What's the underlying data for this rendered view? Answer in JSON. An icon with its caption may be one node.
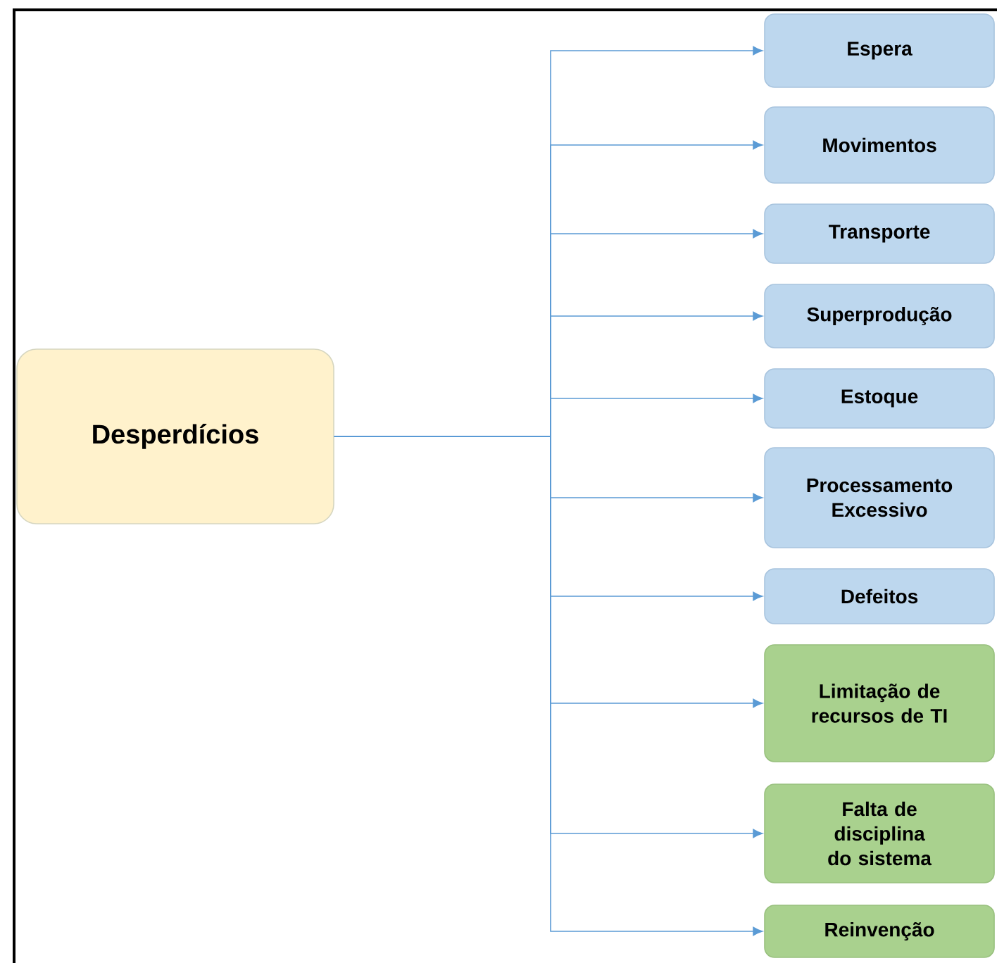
{
  "diagram": {
    "nodes": [
      {
        "text": [
          "Desperdícios"
        ]
      },
      {
        "text": [
          "Espera"
        ]
      },
      {
        "text": [
          "Movimentos"
        ]
      },
      {
        "text": [
          "Transporte"
        ]
      },
      {
        "text": [
          "Superprodução"
        ]
      },
      {
        "text": [
          "Estoque"
        ]
      },
      {
        "text": [
          "Processamento Excessivo"
        ]
      },
      {
        "text": [
          "Defeitos"
        ]
      },
      {
        "text": [
          "Limitação de recursos de TI"
        ]
      },
      {
        "text": [
          "Falta de disciplina do sistema"
        ]
      },
      {
        "text": [
          "Reinvenção"
        ]
      }
    ],
    "edges": [
      {
        "from": 0,
        "to": 1,
        "arrow": "to"
      },
      {
        "from": 0,
        "to": 2,
        "arrow": "to"
      },
      {
        "from": 0,
        "to": 3,
        "arrow": "to"
      },
      {
        "from": 0,
        "to": 4,
        "arrow": "to"
      },
      {
        "from": 0,
        "to": 5,
        "arrow": "to"
      },
      {
        "from": 0,
        "to": 6,
        "arrow": "to"
      },
      {
        "from": 0,
        "to": 7,
        "arrow": "to"
      },
      {
        "from": 0,
        "to": 8,
        "arrow": "to"
      },
      {
        "from": 0,
        "to": 9,
        "arrow": "to"
      },
      {
        "from": 0,
        "to": 10,
        "arrow": "to"
      }
    ]
  }
}
